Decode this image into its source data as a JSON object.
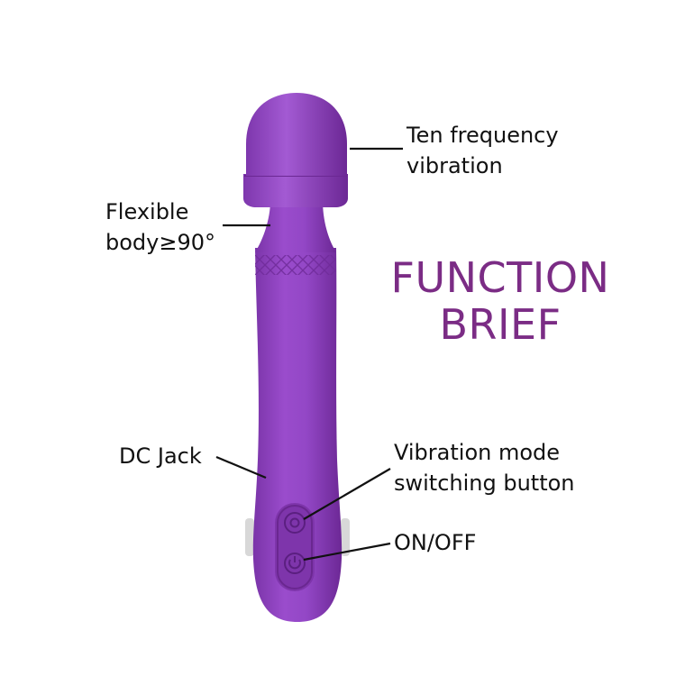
{
  "title": {
    "line1": "FUNCTION",
    "line2": "BRIEF",
    "color": "#7b2c85"
  },
  "callouts": {
    "head": {
      "line1": "Ten frequency",
      "line2": "vibration"
    },
    "neck": {
      "line1": "Flexible",
      "line2": "body≥90°"
    },
    "dc_jack": {
      "line1": "DC Jack"
    },
    "mode_button": {
      "line1": "Vibration mode",
      "line2": "switching button"
    },
    "power_button": {
      "line1": "ON/OFF"
    }
  },
  "colors": {
    "body": "#8e3fbd",
    "body_shadow": "#6e2a98",
    "body_highlight": "#ad6bd8",
    "text": "#111111"
  },
  "icons": {
    "mode_button": "vibration-mode-icon",
    "power_button": "power-icon"
  }
}
